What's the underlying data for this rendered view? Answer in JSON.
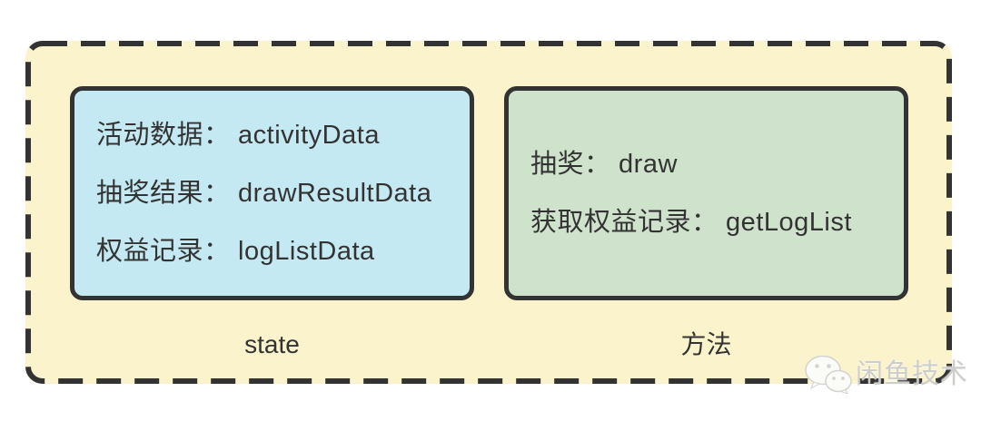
{
  "colors": {
    "outer_background": "#FAF3CC",
    "state_box_background": "#C5E9F2",
    "methods_box_background": "#CFE3CC",
    "stroke_and_text": "#333333",
    "watermark_gray": "#CDCDC9"
  },
  "state_box": {
    "lines": [
      "活动数据： activityData",
      "抽奖结果： drawResultData",
      "权益记录： logListData"
    ],
    "caption": "state"
  },
  "methods_box": {
    "lines": [
      "抽奖： draw",
      "获取权益记录： getLogList"
    ],
    "caption": "方法"
  },
  "watermark": {
    "icon": "wechat-icon",
    "text": "闲鱼技术"
  }
}
